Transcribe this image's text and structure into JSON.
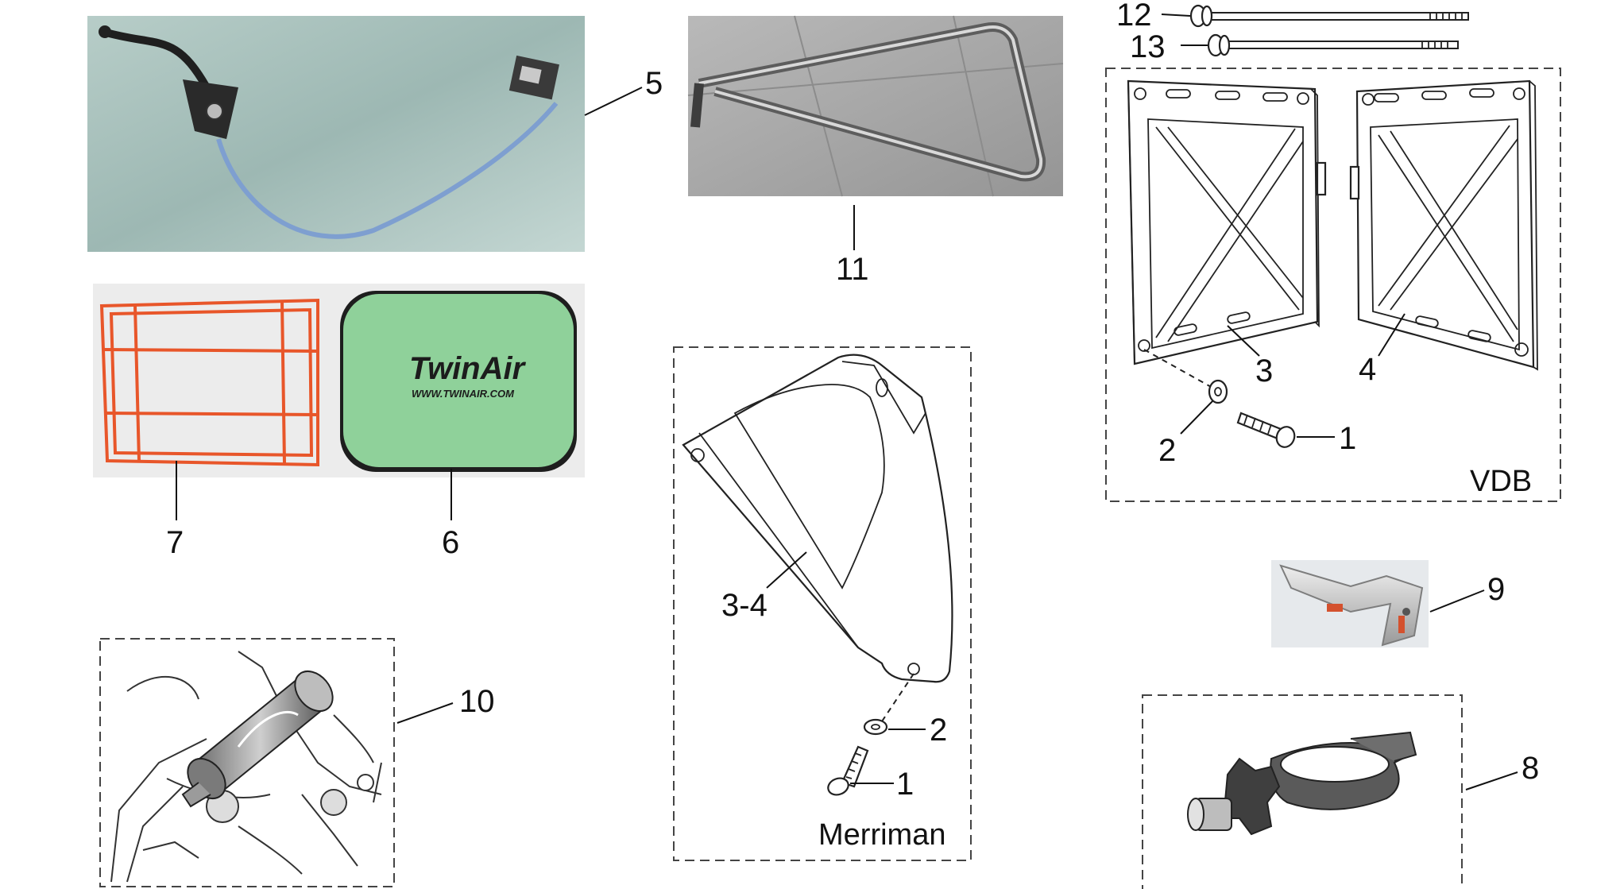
{
  "callouts": {
    "c1a": "1",
    "c1b": "1",
    "c2a": "2",
    "c2b": "2",
    "c3": "3",
    "c34": "3-4",
    "c4": "4",
    "c5": "5",
    "c6": "6",
    "c7": "7",
    "c8": "8",
    "c9": "9",
    "c10": "10",
    "c11": "11",
    "c12": "12",
    "c13": "13"
  },
  "kits": {
    "vdb": "VDB",
    "merriman": "Merriman"
  },
  "filter_brand": {
    "logo": "TwinAir",
    "url": "WWW.TWINAIR.COM"
  },
  "colors": {
    "filter_green": "#8fd19a",
    "cage_orange": "#e8562a",
    "photo_teal": "#9fb9b6",
    "tile_grey": "#a9a9a9"
  }
}
